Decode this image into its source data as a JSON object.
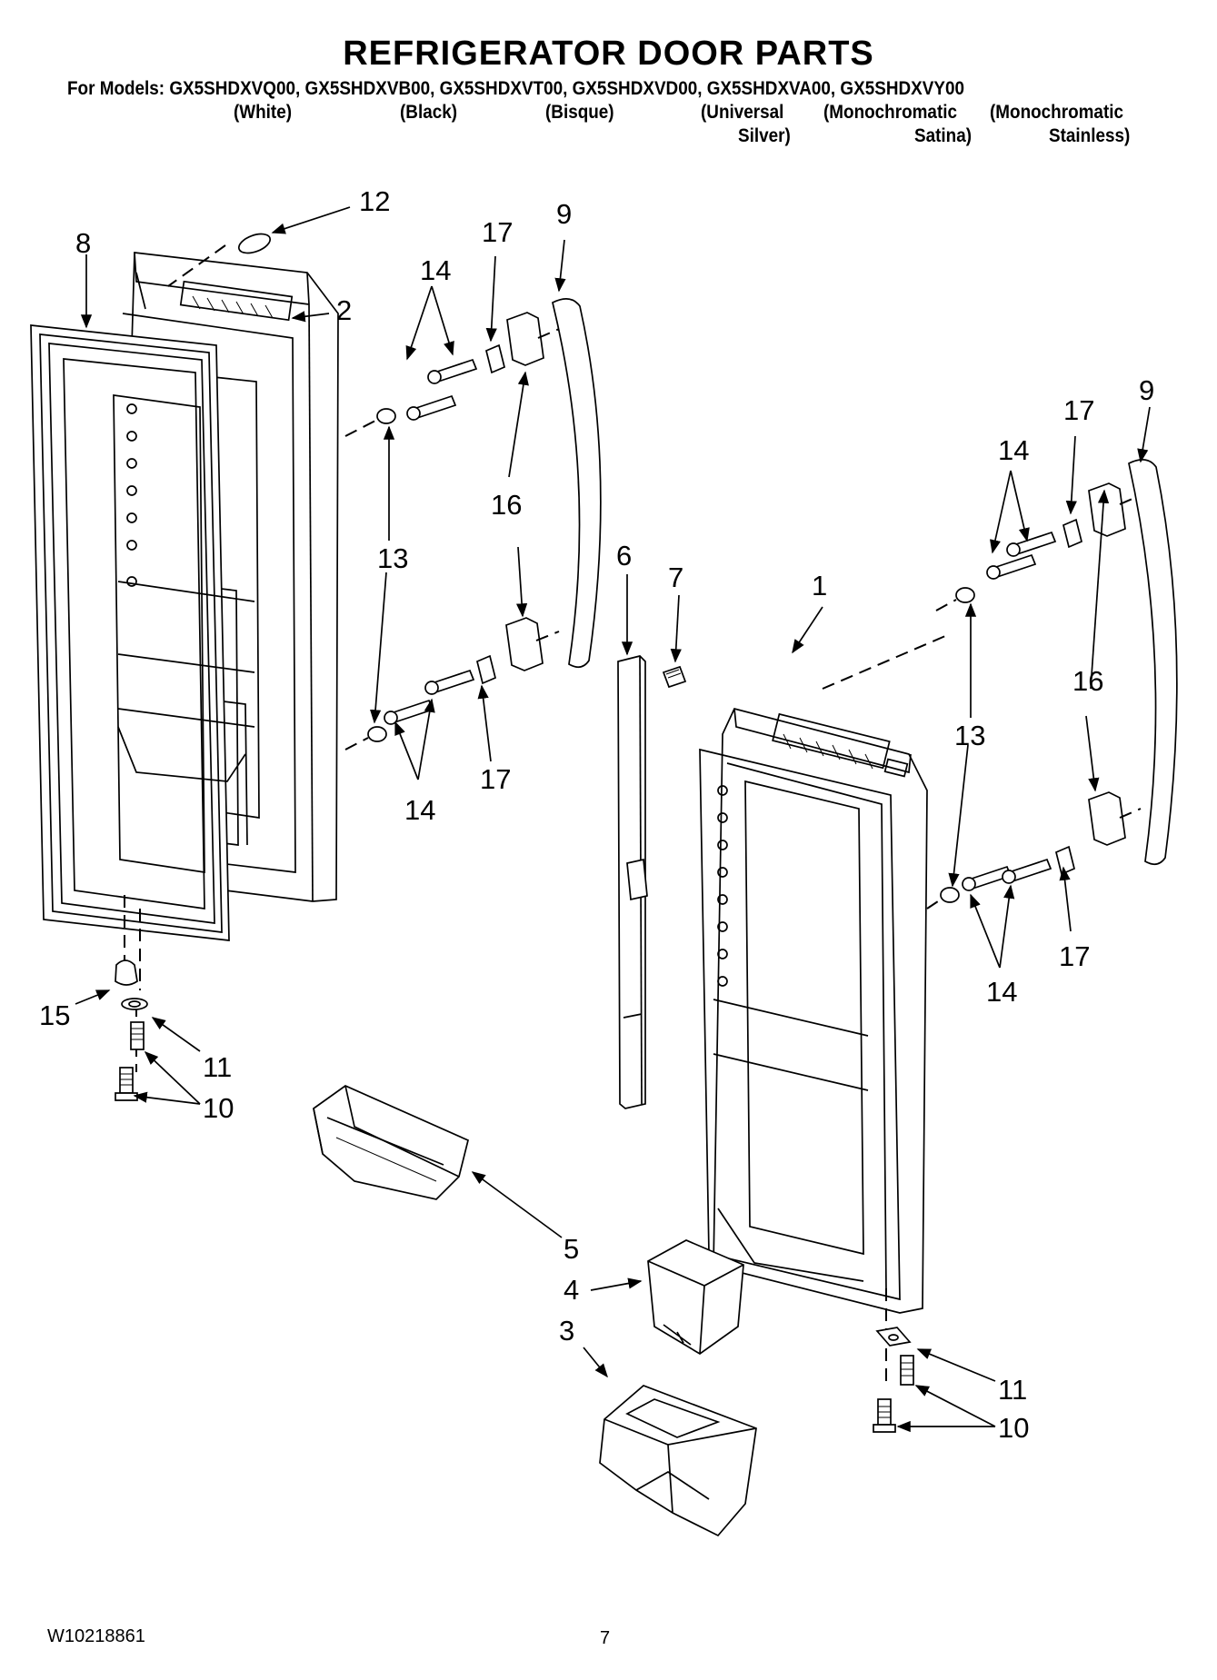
{
  "header": {
    "title": "REFRIGERATOR DOOR PARTS",
    "models_line": "For Models: GX5SHDXVQ00, GX5SHDXVB00, GX5SHDXVT00, GX5SHDXVD00, GX5SHDXVA00, GX5SHDXVY00",
    "colors": {
      "c1": "(White)",
      "c2": "(Black)",
      "c3": "(Bisque)",
      "c4a": "(Universal",
      "c4b": "Silver)",
      "c5a": "(Monochromatic",
      "c5b": "Satina)",
      "c6a": "(Monochromatic",
      "c6b": "Stainless)"
    }
  },
  "callouts": {
    "n1": "1",
    "n2": "2",
    "n3": "3",
    "n4": "4",
    "n5": "5",
    "n6": "6",
    "n7": "7",
    "n8": "8",
    "n9": "9",
    "n10": "10",
    "n11": "11",
    "n12": "12",
    "n13": "13",
    "n14": "14",
    "n15": "15",
    "n16": "16",
    "n17": "17"
  },
  "footer": {
    "doc_number": "W10218861",
    "page_number": "7"
  }
}
